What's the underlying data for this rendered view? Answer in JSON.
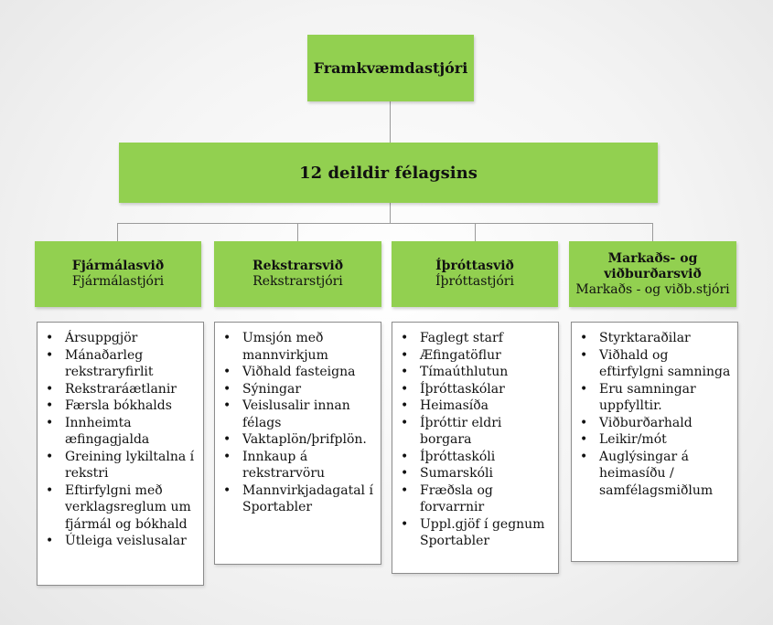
{
  "top": {
    "label": "Framkvæmdastjóri"
  },
  "middle": {
    "label": "12 deildir félagsins"
  },
  "departments": [
    {
      "name": "Fjármálasvið",
      "head": "Fjármálastjóri",
      "items": [
        "Ársuppgjör",
        "Mánaðarleg rekstraryfirlit",
        "Rekstraráætlanir",
        "Færsla bókhalds",
        "Innheimta æfingagjalda",
        "Greining lykiltalna í rekstri",
        "Eftirfylgni með verklagsreglum um fjármál og bókhald",
        "Útleiga veislusalar"
      ]
    },
    {
      "name": "Rekstrarsvið",
      "head": "Rekstrarstjóri",
      "items": [
        "Umsjón með mannvirkjum",
        "Viðhald fasteigna",
        "Sýningar",
        "Veislusalir innan félags",
        "Vaktaplön/þrifplön.",
        "Innkaup á rekstrarvöru",
        "Mannvirkjadagatal í Sportabler"
      ]
    },
    {
      "name": "Íþróttasvið",
      "head": "Íþróttastjóri",
      "items": [
        "Faglegt starf",
        "Æfingatöflur",
        "Tímaúthlutun",
        "Íþróttaskólar",
        "Heimasíða",
        "Íþróttir eldri borgara",
        "Íþróttaskóli",
        "Sumarskóli",
        "Fræðsla og forvarrnir",
        "Uppl.gjöf í gegnum Sportabler"
      ]
    },
    {
      "name": "Markaðs- og viðburðarsvið",
      "head": "Markaðs - og viðb.stjóri",
      "items": [
        "Styrktaraðilar",
        "Viðhald og eftirfylgni samninga",
        "Eru samningar uppfylltir.",
        "Viðburðarhald",
        "Leikir/mót",
        "Auglýsingar á heimasíðu / samfélagsmiðlum"
      ]
    }
  ]
}
